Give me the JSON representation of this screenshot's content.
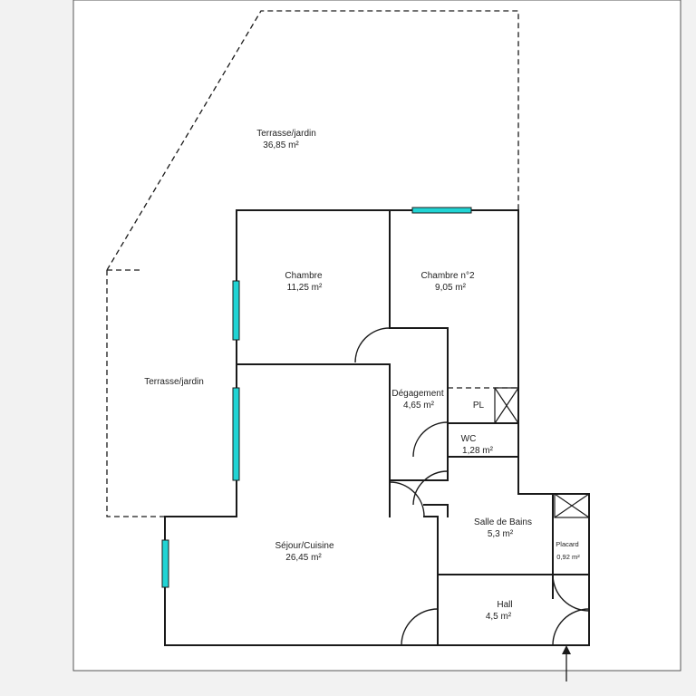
{
  "colors": {
    "page_background": "#ffffff",
    "screen_background": "#f2f2f2",
    "wall": "#1a1a1a",
    "window_fill": "#21d4d4"
  },
  "rooms": {
    "terrasse_top": {
      "name": "Terrasse/jardin",
      "area": "36,85  m²"
    },
    "terrasse_left": {
      "name": "Terrasse/jardin"
    },
    "chambre": {
      "name": "Chambre",
      "area": "11,25  m²"
    },
    "chambre2": {
      "name": "Chambre n°2",
      "area": "9,05  m²"
    },
    "degagement": {
      "name": "Dégagement",
      "area": "4,65  m²"
    },
    "pl": {
      "name": "PL"
    },
    "wc": {
      "name": "WC",
      "area": "1,28  m²"
    },
    "salle_de_bains": {
      "name": "Salle de Bains",
      "area": "5,3  m²"
    },
    "placard": {
      "name": "Placard",
      "area": "0,92  m²"
    },
    "sejour": {
      "name": "Séjour/Cuisine",
      "area": "26,45  m²"
    },
    "hall": {
      "name": "Hall",
      "area": "4,5  m²"
    }
  },
  "icons": {
    "entrance": "arrow-up-icon",
    "storage": "cross-box-icon"
  }
}
